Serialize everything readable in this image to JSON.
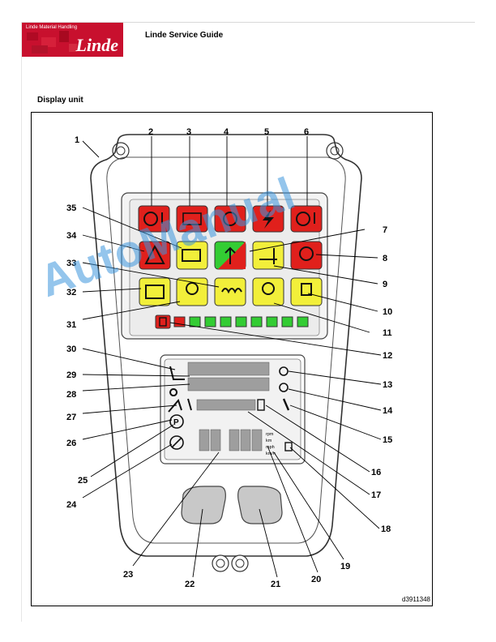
{
  "header": {
    "logo_small": "Linde Material Handling",
    "logo_big": "Linde",
    "title": "Linde Service Guide"
  },
  "section": {
    "title": "Display unit"
  },
  "figure": {
    "code": "d3911348",
    "callouts": [
      "1",
      "2",
      "3",
      "4",
      "5",
      "6",
      "7",
      "8",
      "9",
      "10",
      "11",
      "12",
      "13",
      "14",
      "15",
      "16",
      "17",
      "18",
      "19",
      "20",
      "21",
      "22",
      "23",
      "24",
      "25",
      "26",
      "27",
      "28",
      "29",
      "30",
      "31",
      "32",
      "33",
      "34",
      "35"
    ],
    "units": [
      "rpm",
      "km",
      "mph",
      "km/h"
    ]
  },
  "watermark": {
    "text": "AutoManual"
  },
  "colors": {
    "brand_red": "#c8102e",
    "warn_red": "#e0201c",
    "warn_yellow": "#f2ef3a",
    "ok_green": "#33cc33",
    "lcd_bg": "#f2f2f2",
    "watermark": "#3c96dc"
  }
}
